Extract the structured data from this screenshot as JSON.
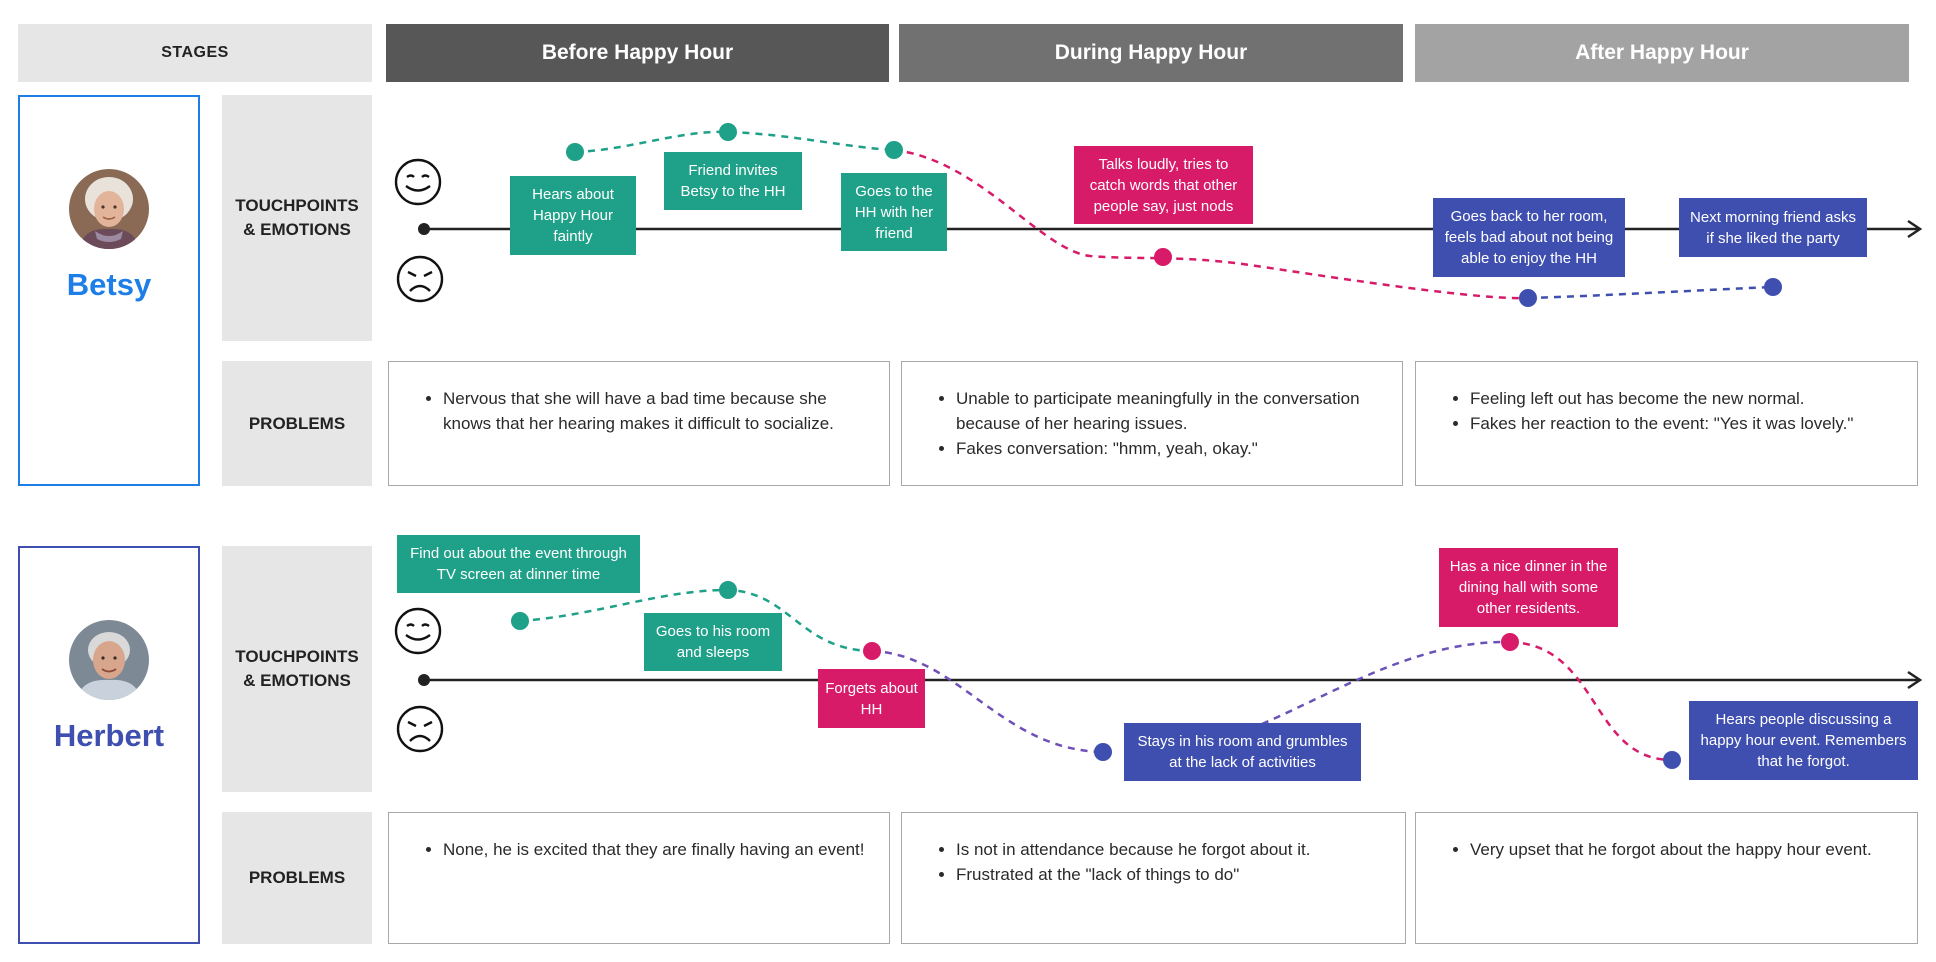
{
  "stages": {
    "label": "STAGES",
    "items": [
      {
        "name": "Before Happy Hour",
        "color": "#575757"
      },
      {
        "name": "During Happy Hour",
        "color": "#717171"
      },
      {
        "name": "After Happy Hour",
        "color": "#a3a3a3"
      }
    ]
  },
  "row_labels": {
    "touchpoints": [
      "TOUCHPOINTS",
      "& EMOTIONS"
    ],
    "problems": "PROBLEMS"
  },
  "colors": {
    "positive": "#1fa088",
    "negative": "#d81b69",
    "neutral": "#3f4fb0",
    "betsy_accent": "#1e7ee8",
    "herbert_accent": "#3f4fb0"
  },
  "personas": [
    {
      "name": "Betsy",
      "touchpoints": [
        {
          "text": "Hears about Happy Hour faintly",
          "mood": "positive"
        },
        {
          "text": "Friend invites Betsy to the HH",
          "mood": "positive"
        },
        {
          "text": "Goes to the HH with her friend",
          "mood": "positive"
        },
        {
          "text": "Talks loudly, tries to catch words that other people say, just nods",
          "mood": "negative"
        },
        {
          "text": "Goes back to her room, feels bad about not being able to enjoy the HH",
          "mood": "neutral"
        },
        {
          "text": "Next morning friend asks if she liked the party",
          "mood": "neutral"
        }
      ],
      "problems": [
        [
          "Nervous that she will have a bad time because she knows that her hearing makes it difficult to socialize."
        ],
        [
          "Unable to participate meaningfully in the conversation because of her hearing issues.",
          "Fakes conversation: \"hmm, yeah, okay.\""
        ],
        [
          "Feeling left out has become the new normal.",
          "Fakes her reaction to the event: \"Yes it was lovely.\""
        ]
      ]
    },
    {
      "name": "Herbert",
      "touchpoints": [
        {
          "text": "Find out about the event through TV screen at dinner time",
          "mood": "positive"
        },
        {
          "text": "Goes to his room and sleeps",
          "mood": "positive"
        },
        {
          "text": "Forgets about HH",
          "mood": "negative"
        },
        {
          "text": "Stays in his room and grumbles at the lack of activities",
          "mood": "neutral"
        },
        {
          "text": "Has a nice dinner in the dining hall with some other residents.",
          "mood": "negative"
        },
        {
          "text": "Hears people discussing a happy hour event. Remembers that he forgot.",
          "mood": "neutral"
        }
      ],
      "problems": [
        [
          "None, he is excited that they are finally having an event!"
        ],
        [
          "Is not in attendance because he forgot about it.",
          "Frustrated at the \"lack of things to do\""
        ],
        [
          "Very upset that he forgot about the happy hour event."
        ]
      ]
    }
  ]
}
